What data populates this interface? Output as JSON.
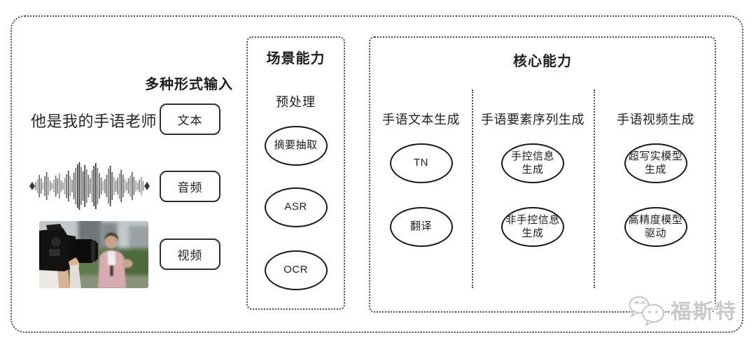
{
  "input_section": {
    "label": "多种形式输入",
    "text_sample": "他是我的手语老师",
    "type_text": "文本",
    "type_audio": "音频",
    "type_video": "视频"
  },
  "scene_box": {
    "title": "场景能力",
    "group_label": "预处理",
    "nodes": [
      "摘要抽取",
      "ASR",
      "OCR"
    ]
  },
  "core_box": {
    "title": "核心能力",
    "columns": [
      {
        "header": "手语文本生成",
        "nodes": [
          "TN",
          "翻译"
        ]
      },
      {
        "header": "手语要素序列生成",
        "nodes": [
          [
            "手控信息",
            "生成"
          ],
          [
            "非手控信息",
            "生成"
          ]
        ]
      },
      {
        "header": "手语视频生成",
        "nodes": [
          [
            "超写实模型",
            "生成"
          ],
          [
            "高精度模型",
            "驱动"
          ]
        ]
      }
    ]
  },
  "watermark": {
    "text": "福斯特"
  },
  "colors": {
    "ink": "#1f1f1f",
    "dotted_line": "#4a4a4a",
    "node_stroke": "#1a1a1a",
    "watermark_gray": "#c9c9c9",
    "background": "#ffffff"
  }
}
